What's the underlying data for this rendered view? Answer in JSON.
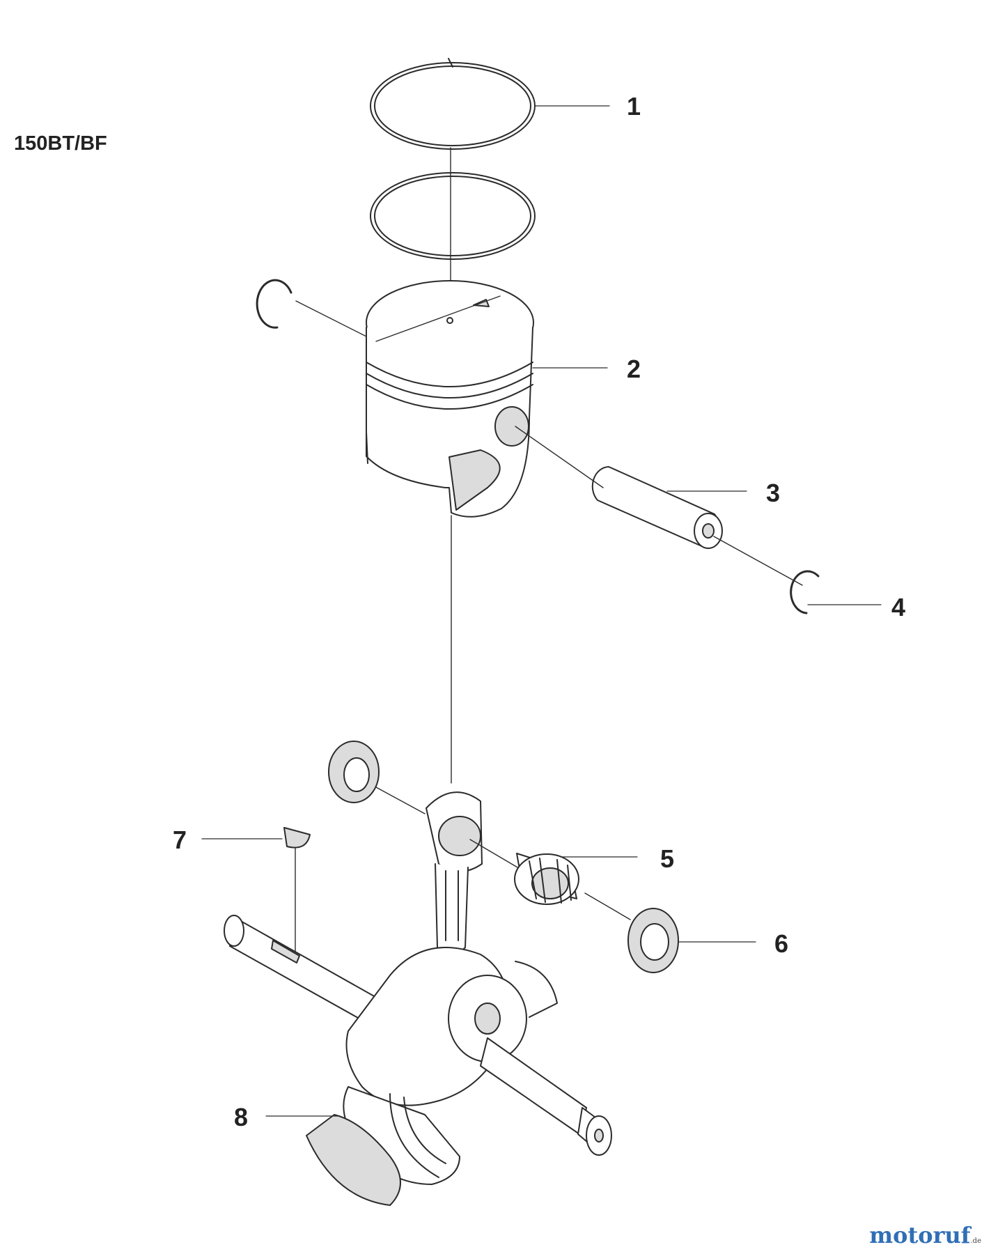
{
  "diagram": {
    "model_label": "150BT/BF",
    "callouts": [
      "1",
      "2",
      "3",
      "4",
      "5",
      "6",
      "7",
      "8"
    ],
    "watermark": {
      "brand": "motoruf",
      "tld": ".de"
    }
  },
  "colors": {
    "line": "#2b2b2b",
    "fill": "#ffffff",
    "shade": "#dcdcdc",
    "brand": "#2f6fb5"
  }
}
